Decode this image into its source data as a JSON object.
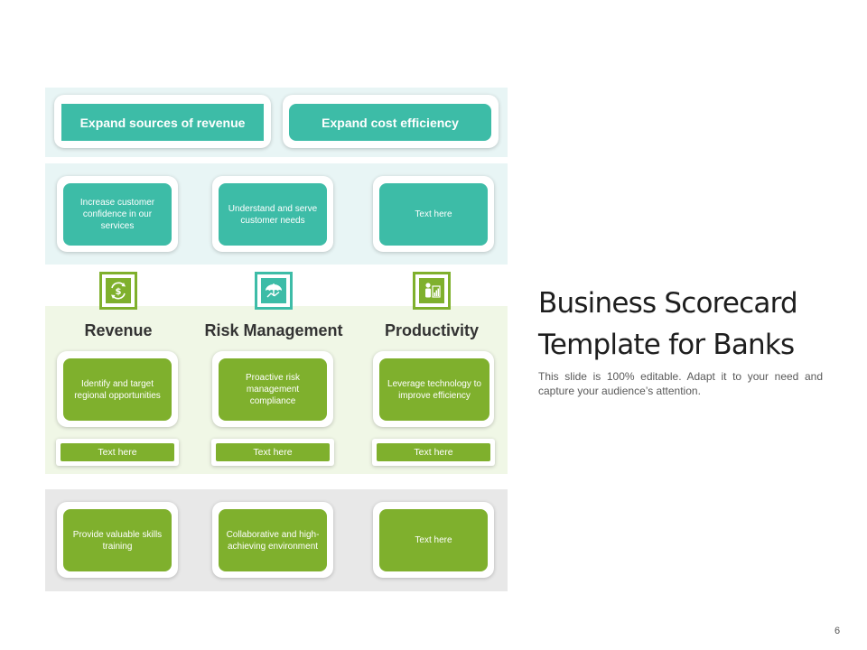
{
  "slide": {
    "title_line1": "Business Scorecard",
    "title_line2": "Template for Banks",
    "subtitle": "This slide is 100% editable. Adapt it to your need and capture your audience’s attention.",
    "page_number": "6"
  },
  "header": {
    "left": "Expand sources of revenue",
    "right": "Expand cost efficiency"
  },
  "row_blue": [
    "Increase customer confidence in our services",
    "Understand and serve customer needs",
    "Text here"
  ],
  "categories": [
    {
      "label": "Revenue",
      "icon": "dollar-cycle-icon"
    },
    {
      "label": "Risk Management",
      "icon": "umbrella-icon"
    },
    {
      "label": "Productivity",
      "icon": "worker-chart-icon"
    }
  ],
  "row_green": [
    "Identify and target regional opportunities",
    "Proactive risk management compliance",
    "Leverage technology to improve efficiency"
  ],
  "row_green_bars": [
    "Text here",
    "Text here",
    "Text here"
  ],
  "row_gray": [
    "Provide valuable skills training",
    "Collaborative and high-achieving environment",
    "Text here"
  ],
  "colors": {
    "teal": "#3dbca7",
    "green": "#7fb02d",
    "band_blue": "#e8f5f5",
    "band_green": "#f0f7e6",
    "band_gray": "#e8e8e8"
  }
}
